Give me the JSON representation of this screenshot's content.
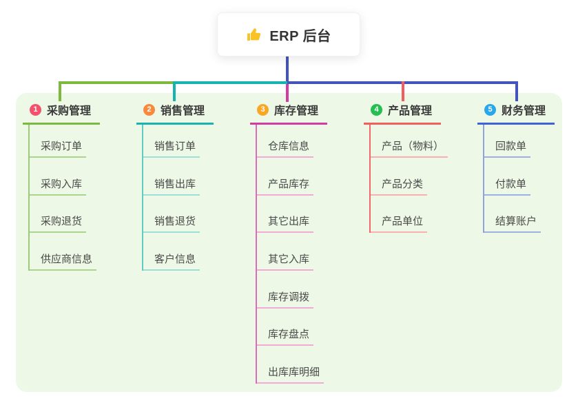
{
  "root": {
    "icon": "thumbs-up",
    "label": "ERP 后台"
  },
  "connectors": {
    "stem_color": "#4355bc",
    "bus_segments": [
      {
        "name": "left",
        "color": "#7cb93e"
      },
      {
        "name": "mid",
        "color": "#17b3ae"
      },
      {
        "name": "right",
        "color": "#4355bc"
      }
    ]
  },
  "branches": [
    {
      "number": "1",
      "label": "采购管理",
      "badge_color": "#f4526c",
      "line_color": "#7cb93e",
      "drop_color": "#7cb93e",
      "rail_color": "#9ccb76",
      "sub_line_color": "#abd48c",
      "children": [
        "采购订单",
        "采购入库",
        "采购退货",
        "供应商信息"
      ]
    },
    {
      "number": "2",
      "label": "销售管理",
      "badge_color": "#f78a3d",
      "line_color": "#17b3ae",
      "drop_color": "#17b3ae",
      "rail_color": "#5fc9c4",
      "sub_line_color": "#9ededa",
      "children": [
        "销售订单",
        "销售出库",
        "销售退货",
        "客户信息"
      ]
    },
    {
      "number": "3",
      "label": "库存管理",
      "badge_color": "#f8a825",
      "line_color": "#d23ba3",
      "drop_color": "#d23ba3",
      "rail_color": "#db6cb8",
      "sub_line_color": "#f0abd6",
      "children": [
        "仓库信息",
        "产品库存",
        "其它出库",
        "其它入库",
        "库存调拨",
        "库存盘点",
        "出库库明细"
      ]
    },
    {
      "number": "4",
      "label": "产品管理",
      "badge_color": "#27bd52",
      "line_color": "#f25e5e",
      "drop_color": "#f25e5e",
      "rail_color": "#f26868",
      "sub_line_color": "#f8b0b0",
      "children": [
        "产品（物料）",
        "产品分类",
        "产品单位"
      ]
    },
    {
      "number": "5",
      "label": "财务管理",
      "badge_color": "#29a7e8",
      "line_color": "#3e63d6",
      "drop_color": "#4355bc",
      "rail_color": "#8ca3dd",
      "sub_line_color": "#9db0e2",
      "children": [
        "回款单",
        "付款单",
        "结算账户"
      ]
    }
  ]
}
